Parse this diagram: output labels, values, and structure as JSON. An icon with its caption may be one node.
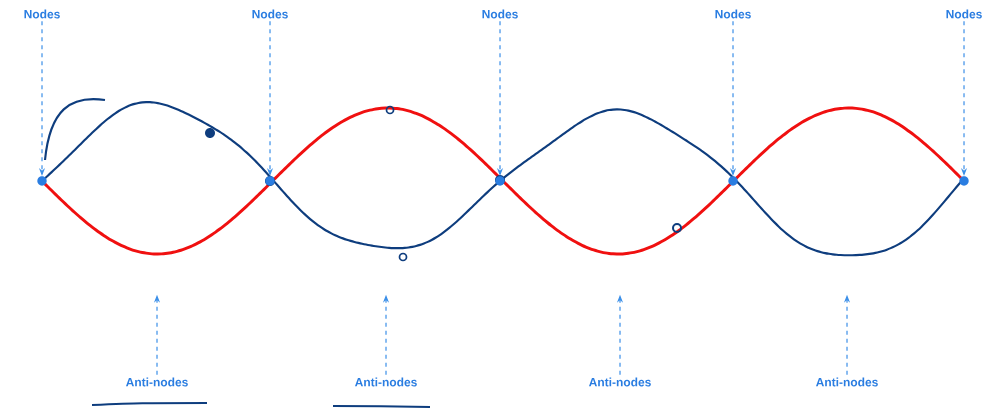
{
  "diagram": {
    "nodes": [
      {
        "text": [
          "Nodes"
        ]
      },
      {
        "text": [
          "Nodes"
        ]
      },
      {
        "text": [
          "Nodes"
        ]
      },
      {
        "text": [
          "Nodes"
        ]
      },
      {
        "text": [
          "Nodes"
        ]
      },
      {
        "text": [],
        "shape": "circle"
      },
      {
        "text": [],
        "shape": "circle"
      },
      {
        "text": [],
        "shape": "circle"
      },
      {
        "text": [],
        "shape": "circle"
      },
      {
        "text": [],
        "shape": "circle"
      },
      {
        "text": [
          "Anti-nodes"
        ]
      },
      {
        "text": [
          "Anti-nodes"
        ]
      },
      {
        "text": [
          "Anti-nodes"
        ]
      },
      {
        "text": [
          "Anti-nodes"
        ]
      }
    ],
    "edges": [
      {
        "from": 0,
        "to": 5,
        "arrow": "to",
        "style": "dashed"
      },
      {
        "from": 1,
        "to": 6,
        "arrow": "to",
        "style": "dashed"
      },
      {
        "from": 2,
        "to": 7,
        "arrow": "to",
        "style": "dashed"
      },
      {
        "from": 3,
        "to": 8,
        "arrow": "to",
        "style": "dashed"
      },
      {
        "from": 4,
        "to": 9,
        "arrow": "to",
        "style": "dashed"
      },
      {
        "from": 10,
        "to": null,
        "arrow": "to",
        "style": "dashed"
      },
      {
        "from": 11,
        "to": null,
        "arrow": "to",
        "style": "dashed"
      },
      {
        "from": 12,
        "to": null,
        "arrow": "to",
        "style": "dashed"
      },
      {
        "from": 13,
        "to": null,
        "arrow": "to",
        "style": "dashed"
      }
    ]
  }
}
